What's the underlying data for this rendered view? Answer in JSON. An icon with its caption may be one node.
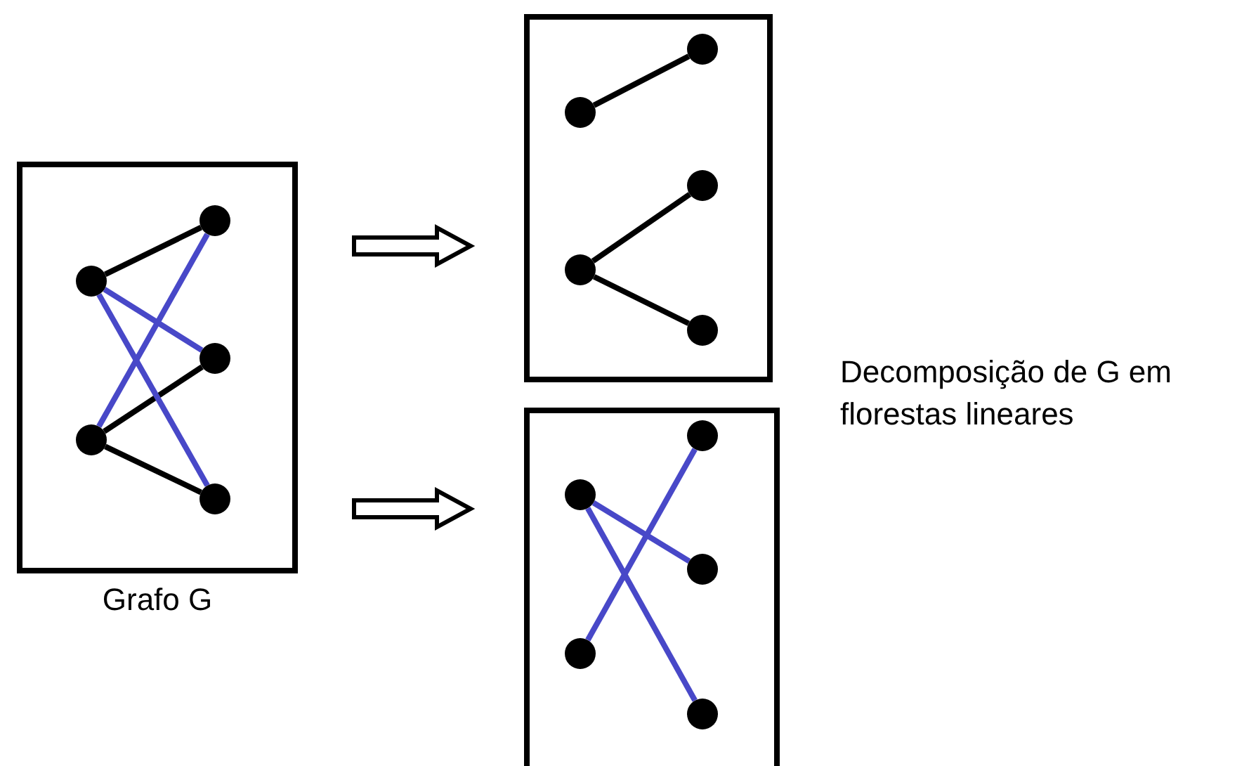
{
  "diagram": {
    "nodes": [
      {
        "text": [
          "Grafo G"
        ]
      },
      {
        "text": [],
        "shape": "circle",
        "in": 0
      },
      {
        "text": [],
        "shape": "circle",
        "in": 0
      },
      {
        "text": [],
        "shape": "circle",
        "in": 0
      },
      {
        "text": [],
        "shape": "circle",
        "in": 0
      },
      {
        "text": [],
        "shape": "circle",
        "in": 0
      },
      {
        "text": [],
        "shape": "box"
      },
      {
        "text": [],
        "shape": "circle",
        "in": 6
      },
      {
        "text": [],
        "shape": "circle",
        "in": 6
      },
      {
        "text": [],
        "shape": "circle",
        "in": 6
      },
      {
        "text": [],
        "shape": "circle",
        "in": 6
      },
      {
        "text": [],
        "shape": "circle",
        "in": 6
      },
      {
        "text": [],
        "shape": "box"
      },
      {
        "text": [],
        "shape": "circle",
        "in": 12
      },
      {
        "text": [],
        "shape": "circle",
        "in": 12
      },
      {
        "text": [],
        "shape": "circle",
        "in": 12
      },
      {
        "text": [],
        "shape": "circle",
        "in": 12
      },
      {
        "text": [],
        "shape": "circle",
        "in": 12
      }
    ],
    "edges": [
      {
        "from": 1,
        "to": 2,
        "arrow": "none"
      },
      {
        "from": 3,
        "to": 4,
        "arrow": "none"
      },
      {
        "from": 4,
        "to": 5,
        "arrow": "none"
      },
      {
        "from": 1,
        "to": 3,
        "arrow": "none",
        "color": "#4848c8"
      },
      {
        "from": 1,
        "to": 5,
        "arrow": "none",
        "color": "#4848c8"
      },
      {
        "from": 2,
        "to": 4,
        "arrow": "none",
        "color": "#4848c8"
      },
      {
        "from": 0,
        "to": 6,
        "arrow": "to"
      },
      {
        "from": 0,
        "to": 12,
        "arrow": "to"
      },
      {
        "from": 7,
        "to": 8,
        "arrow": "none"
      },
      {
        "from": 9,
        "to": 10,
        "arrow": "none"
      },
      {
        "from": 9,
        "to": 11,
        "arrow": "none"
      },
      {
        "from": 14,
        "to": 15,
        "arrow": "none",
        "color": "#4848c8"
      },
      {
        "from": 14,
        "to": 17,
        "arrow": "none",
        "color": "#4848c8"
      },
      {
        "from": 16,
        "to": 13,
        "arrow": "none",
        "color": "#4848c8"
      }
    ],
    "labels": [
      "Decomposição de G em florestas lineares"
    ]
  }
}
